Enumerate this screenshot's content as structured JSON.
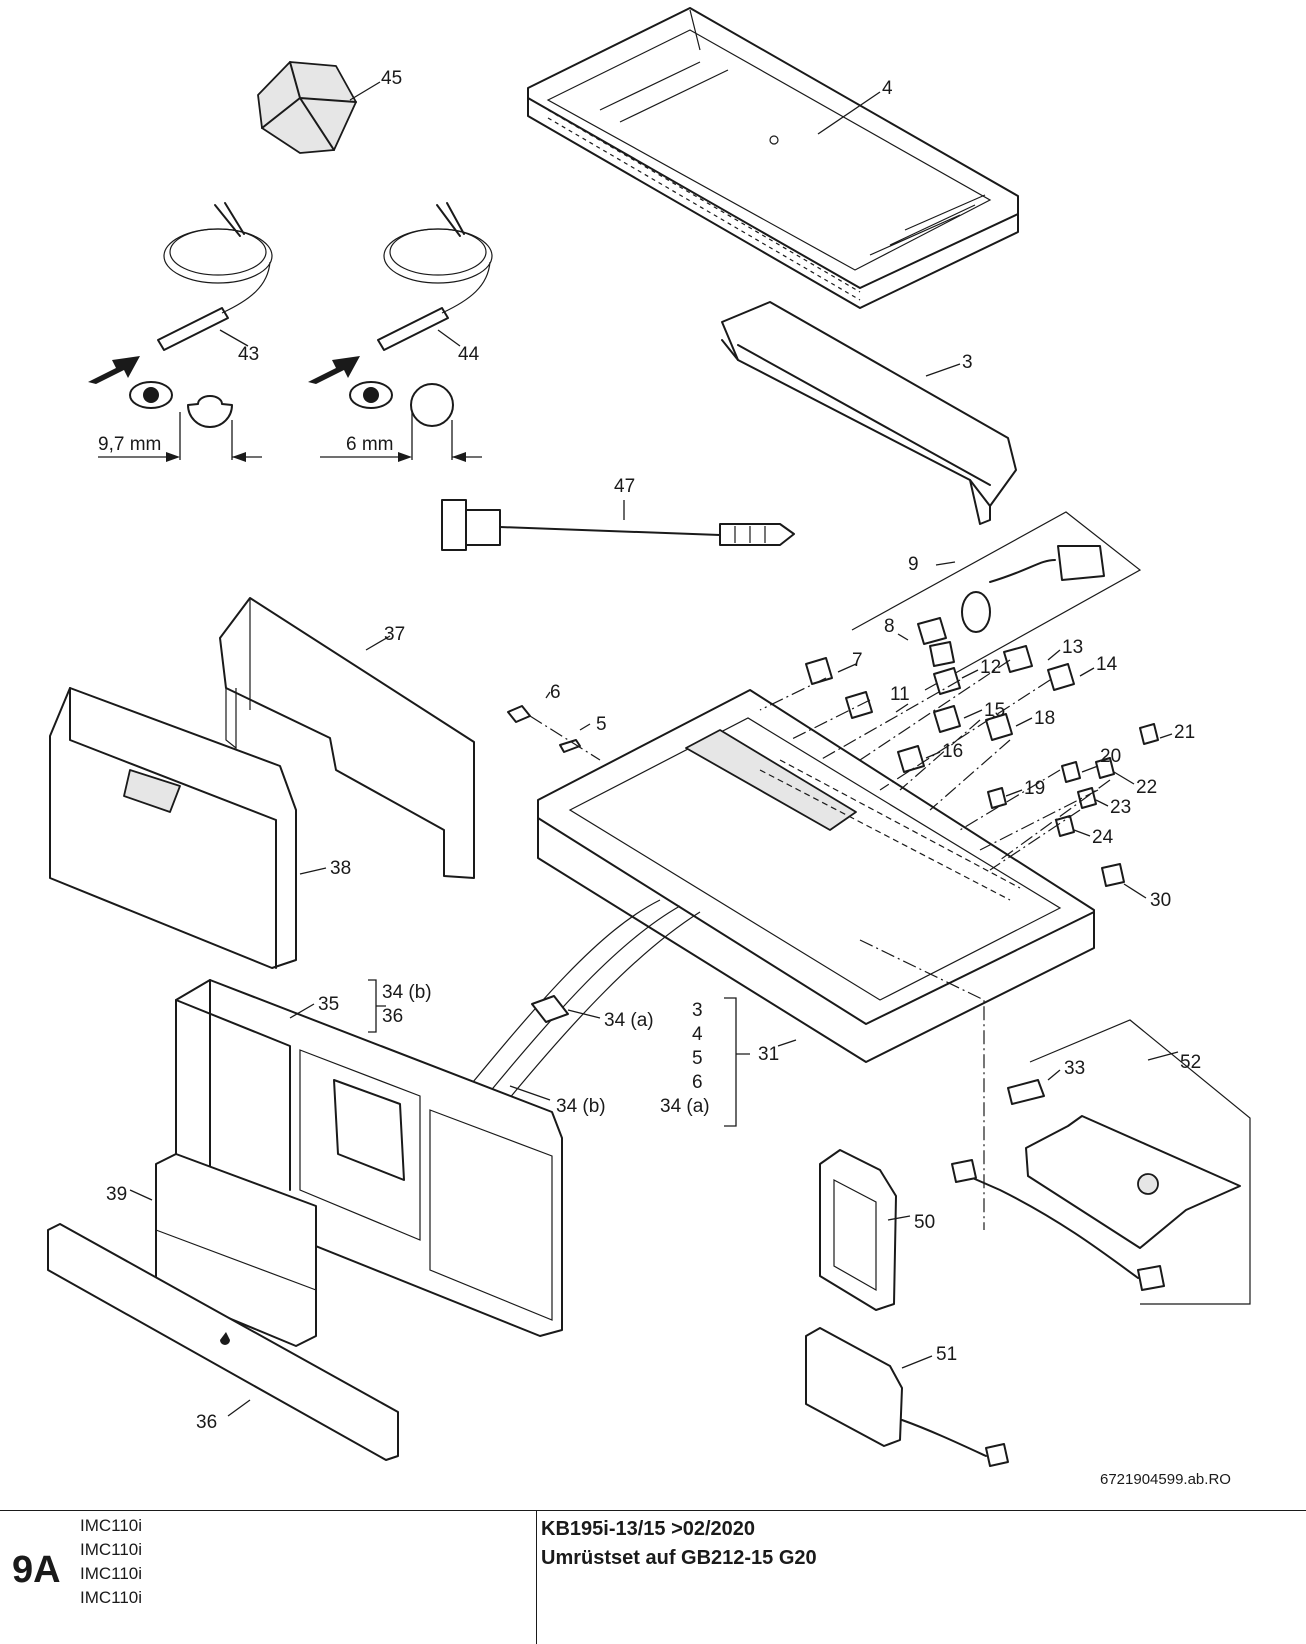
{
  "drawing": {
    "code": "6721904599.ab.RO",
    "dimension_left": "9,7 mm",
    "dimension_right": "6 mm",
    "callouts": {
      "p45": "45",
      "p4": "4",
      "p43": "43",
      "p44": "44",
      "p3": "3",
      "p47": "47",
      "p9": "9",
      "p37": "37",
      "p8": "8",
      "p13": "13",
      "p14": "14",
      "p7": "7",
      "p12": "12",
      "p6": "6",
      "p11": "11",
      "p15": "15",
      "p18": "18",
      "p5": "5",
      "p16": "16",
      "p21": "21",
      "p20": "20",
      "p22": "22",
      "p19": "19",
      "p23": "23",
      "p24": "24",
      "p38": "38",
      "p30": "30",
      "p35": "35",
      "p34b_a": "34 (b)",
      "p36_a": "36",
      "p34a": "34 (a)",
      "k3": "3",
      "k4": "4",
      "k5": "5",
      "k6": "6",
      "k34a": "34 (a)",
      "p31": "31",
      "p52": "52",
      "p33": "33",
      "p34b": "34 (b)",
      "p39": "39",
      "p50": "50",
      "p51": "51",
      "p36": "36"
    }
  },
  "footer": {
    "page_id": "9A",
    "models": [
      "IMC110i",
      "IMC110i",
      "IMC110i",
      "IMC110i"
    ],
    "title": "KB195i-13/15 >02/2020",
    "subtitle": "Umrüstset auf GB212-15 G20"
  }
}
